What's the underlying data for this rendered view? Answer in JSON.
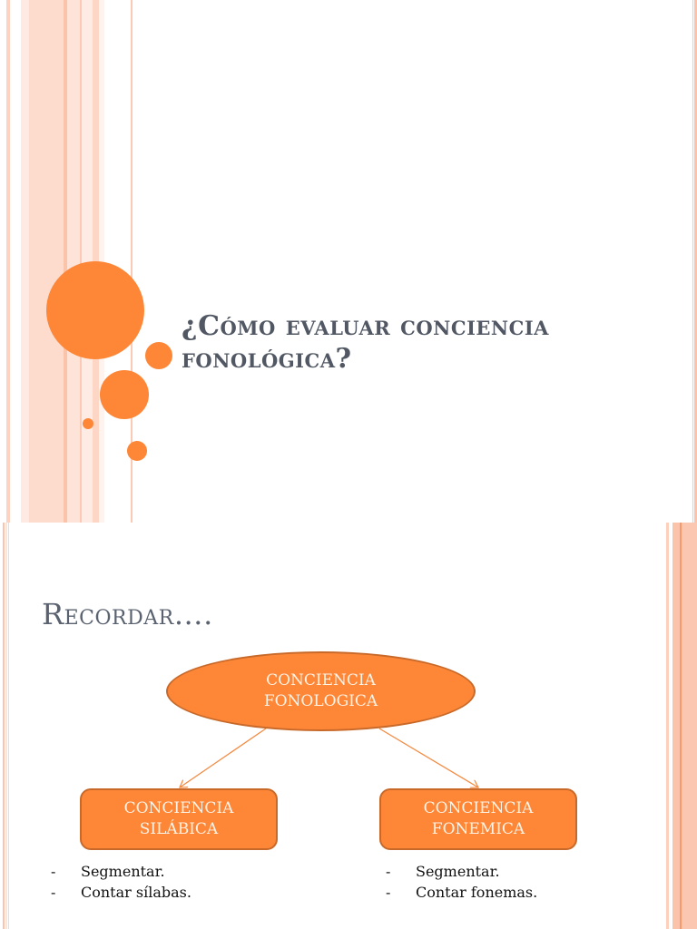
{
  "slides": [
    {
      "title": "¿Cómo evaluar conciencia fonológica?",
      "title_lines": [
        "¿Cómo evaluar conciencia",
        "fonológica?"
      ],
      "decor": {
        "accent_color": "#fd8637",
        "stripe_color": "#fcc7b0"
      }
    },
    {
      "title": "Recordar….",
      "diagram": {
        "root": {
          "lines": [
            "CONCIENCIA",
            "FONOLOGICA"
          ]
        },
        "children": [
          {
            "lines": [
              "CONCIENCIA",
              "SILÁBICA"
            ],
            "items": [
              "Segmentar.",
              "Contar sílabas."
            ]
          },
          {
            "lines": [
              "CONCIENCIA",
              "FONEMICA"
            ],
            "items": [
              "Segmentar.",
              "Contar fonemas."
            ]
          }
        ]
      },
      "bullet_marker": "-"
    }
  ]
}
